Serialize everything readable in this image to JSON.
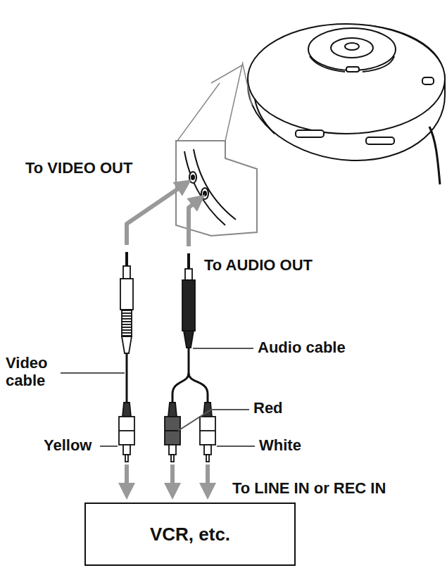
{
  "diagram": {
    "nodes": [
      {
        "text": [
          "VCR, etc."
        ]
      }
    ],
    "labels": [
      "To VIDEO OUT",
      "To AUDIO OUT",
      "Audio cable",
      "Video cable",
      "Red",
      "White",
      "Yellow",
      "To LINE IN or REC IN"
    ]
  }
}
